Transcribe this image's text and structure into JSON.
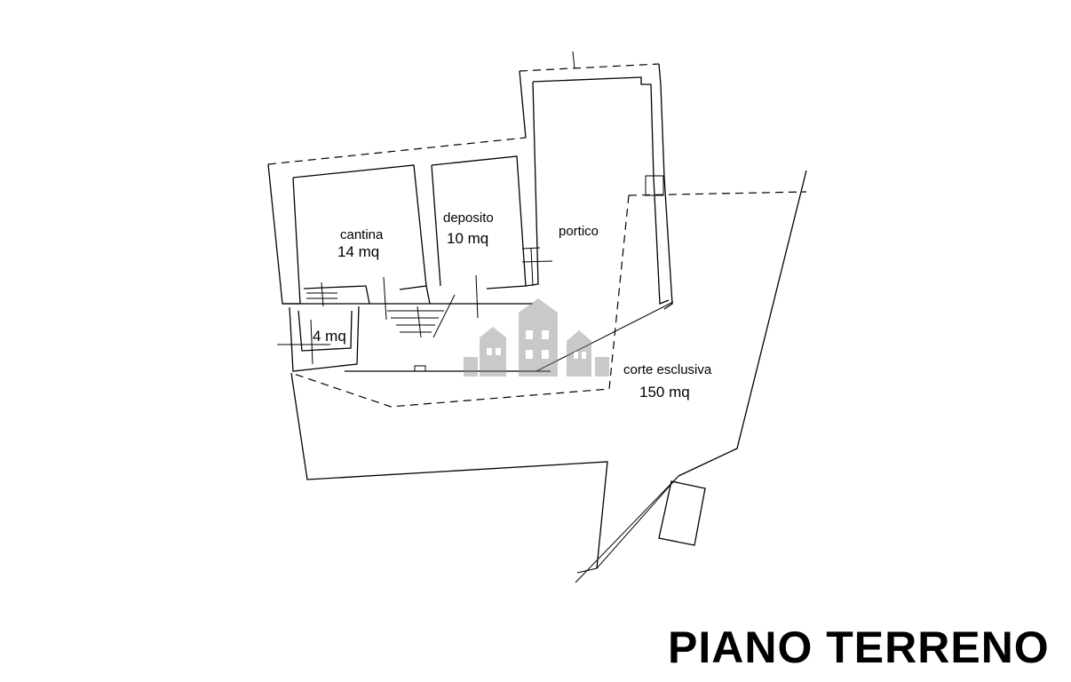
{
  "rooms": {
    "cantina": {
      "name": "cantina",
      "area": "14 mq"
    },
    "deposito": {
      "name": "deposito",
      "area": "10 mq"
    },
    "portico": {
      "name": "portico"
    },
    "bagno": {
      "area": "4 mq"
    },
    "corte": {
      "name": "corte esclusiva",
      "area": "150 mq"
    }
  },
  "title": "PIANO TERRENO",
  "watermark": {
    "color": "#9a9a9a",
    "icon": "houses-watermark-icon"
  }
}
